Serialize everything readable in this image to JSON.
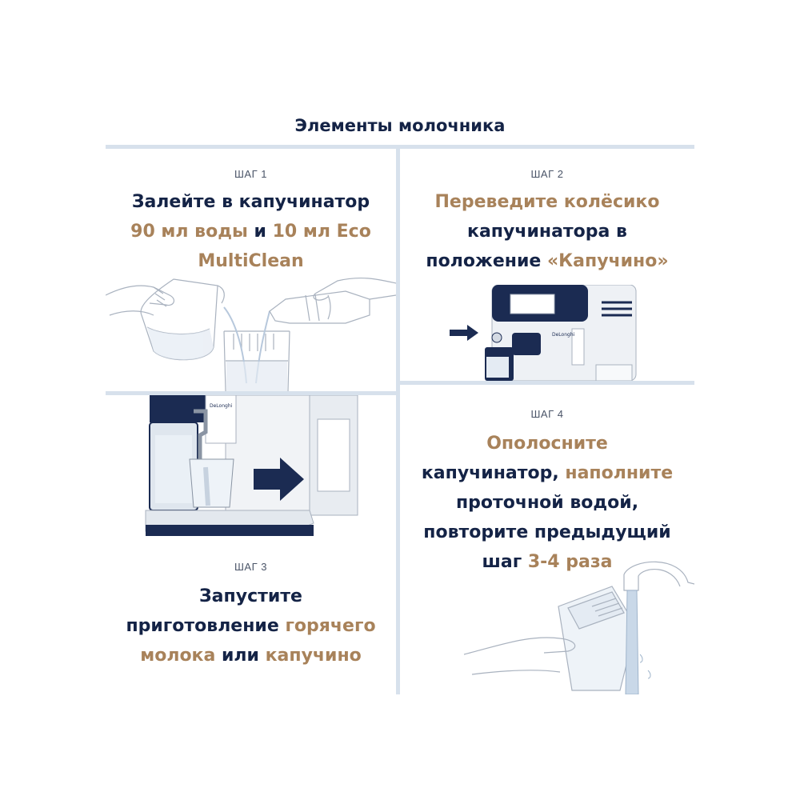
{
  "title": "Элементы молочника",
  "step1": {
    "label": "ШАГ 1",
    "lines": [
      [
        {
          "t": "Залейте в капучинатор",
          "hl": false
        }
      ],
      [
        {
          "t": "90 мл воды",
          "hl": true
        },
        {
          "t": " и ",
          "hl": false
        },
        {
          "t": "10 мл Eco",
          "hl": true
        }
      ],
      [
        {
          "t": "MultiClean",
          "hl": true
        }
      ]
    ]
  },
  "step2": {
    "label": "ШАГ 2",
    "lines": [
      [
        {
          "t": "Переведите колёсико",
          "hl": true
        }
      ],
      [
        {
          "t": "капучинатора в",
          "hl": false
        }
      ],
      [
        {
          "t": "положение ",
          "hl": false
        },
        {
          "t": "«Капучино»",
          "hl": true
        }
      ]
    ],
    "brand": "DeLonghi"
  },
  "step3": {
    "label": "ШАГ 3",
    "lines": [
      [
        {
          "t": "Запустите",
          "hl": false
        }
      ],
      [
        {
          "t": "приготовление ",
          "hl": false
        },
        {
          "t": "горячего",
          "hl": true
        }
      ],
      [
        {
          "t": "молока",
          "hl": true
        },
        {
          "t": " или ",
          "hl": false
        },
        {
          "t": "капучино",
          "hl": true
        }
      ]
    ],
    "brand": "DeLonghi"
  },
  "step4": {
    "label": "ШАГ 4",
    "lines": [
      [
        {
          "t": "Ополосните",
          "hl": true
        }
      ],
      [
        {
          "t": "капучинатор, ",
          "hl": false
        },
        {
          "t": "наполните",
          "hl": true
        }
      ],
      [
        {
          "t": "проточной водой,",
          "hl": false
        }
      ],
      [
        {
          "t": "повторите предыдущий",
          "hl": false
        }
      ],
      [
        {
          "t": "шаг ",
          "hl": false
        },
        {
          "t": "3-4 раза",
          "hl": true
        }
      ]
    ]
  },
  "colors": {
    "navy": "#142346",
    "accent": "#a8825a",
    "divider": "#d7e1ec"
  }
}
